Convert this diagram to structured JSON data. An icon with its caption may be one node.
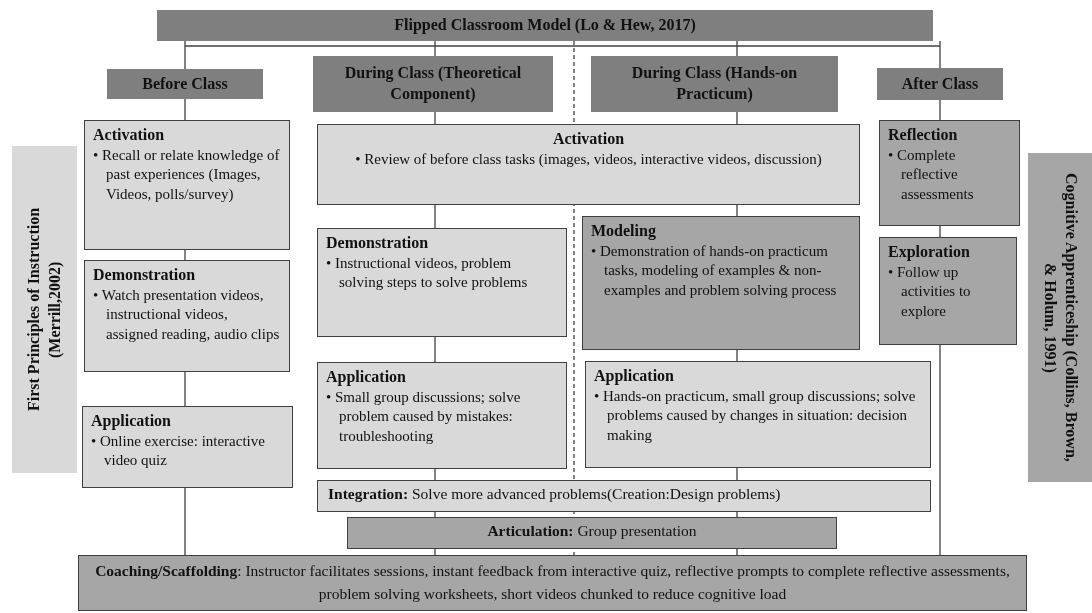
{
  "diagram": {
    "nodes": [
      {
        "text": [
          "Flipped Classroom Model (Lo & Hew, 2017)"
        ]
      },
      {
        "text": [
          "Before Class"
        ]
      },
      {
        "text": [
          "During Class (Theoretical Component)"
        ]
      },
      {
        "text": [
          "During Class (Hands-on Practicum)"
        ]
      },
      {
        "text": [
          "After Class"
        ]
      },
      {
        "text": [
          "First Principles of Instruction (Merrill,2002)"
        ]
      },
      {
        "text": [
          "Activation",
          "• Recall or relate knowledge of past experiences (Images, Videos, polls/survey)"
        ]
      },
      {
        "text": [
          "Activation",
          "• Review of before class tasks (images, videos, interactive videos, discussion)"
        ]
      },
      {
        "text": [
          "Reflection",
          "• Complete reflective assessments"
        ]
      },
      {
        "text": [
          "Cognitive Apprenticeship (Collins, Brown, & Holum, 1991)"
        ]
      },
      {
        "text": [
          "Demonstration",
          "• Watch presentation videos, instructional videos, assigned reading, audio clips"
        ]
      },
      {
        "text": [
          "Demonstration",
          "• Instructional videos, problem solving steps to solve problems"
        ]
      },
      {
        "text": [
          "Modeling",
          "• Demonstration of hands-on practicum tasks, modeling of examples & non-examples and problem solving process"
        ]
      },
      {
        "text": [
          "Exploration",
          "• Follow up activities to explore"
        ]
      },
      {
        "text": [
          "Application",
          "• Online exercise: interactive video quiz"
        ]
      },
      {
        "text": [
          "Application",
          "• Small group discussions; solve problem caused by mistakes: troubleshooting"
        ]
      },
      {
        "text": [
          "Application",
          "• Hands-on practicum, small group discussions; solve problems caused by changes in situation: decision making"
        ]
      },
      {
        "text": [
          "**Integration:** Solve more advanced problems(Creation:Design problems)"
        ]
      },
      {
        "text": [
          "**Articulation:** Group presentation"
        ]
      },
      {
        "text": [
          "**Coaching/Scaffolding**: Instructor facilitates sessions, instant feedback from interactive quiz, reflective prompts to complete reflective assessments, problem solving worksheets, short videos chunked to reduce cognitive load"
        ]
      }
    ],
    "edges": [
      {
        "from": 0,
        "to": 1,
        "arrow": "none"
      },
      {
        "from": 0,
        "to": 2,
        "arrow": "none"
      },
      {
        "from": 0,
        "to": 3,
        "arrow": "none"
      },
      {
        "from": 0,
        "to": 4,
        "arrow": "none"
      },
      {
        "from": 1,
        "to": 6,
        "arrow": "none"
      },
      {
        "from": 6,
        "to": 10,
        "arrow": "none"
      },
      {
        "from": 10,
        "to": 14,
        "arrow": "none"
      },
      {
        "from": 14,
        "to": 19,
        "arrow": "none"
      },
      {
        "from": 2,
        "to": 7,
        "arrow": "none"
      },
      {
        "from": 7,
        "to": 11,
        "arrow": "none"
      },
      {
        "from": 11,
        "to": 15,
        "arrow": "none"
      },
      {
        "from": 15,
        "to": 17,
        "arrow": "none"
      },
      {
        "from": 17,
        "to": 18,
        "arrow": "none"
      },
      {
        "from": 18,
        "to": 19,
        "arrow": "none"
      },
      {
        "from": 3,
        "to": 7,
        "arrow": "none"
      },
      {
        "from": 7,
        "to": 12,
        "arrow": "none"
      },
      {
        "from": 12,
        "to": 16,
        "arrow": "none"
      },
      {
        "from": 16,
        "to": 17,
        "arrow": "none"
      },
      {
        "from": 17,
        "to": 18,
        "arrow": "none"
      },
      {
        "from": 18,
        "to": 19,
        "arrow": "none"
      },
      {
        "from": 4,
        "to": 8,
        "arrow": "none"
      },
      {
        "from": 8,
        "to": 13,
        "arrow": "none"
      },
      {
        "from": 13,
        "to": 19,
        "arrow": "none"
      }
    ]
  }
}
